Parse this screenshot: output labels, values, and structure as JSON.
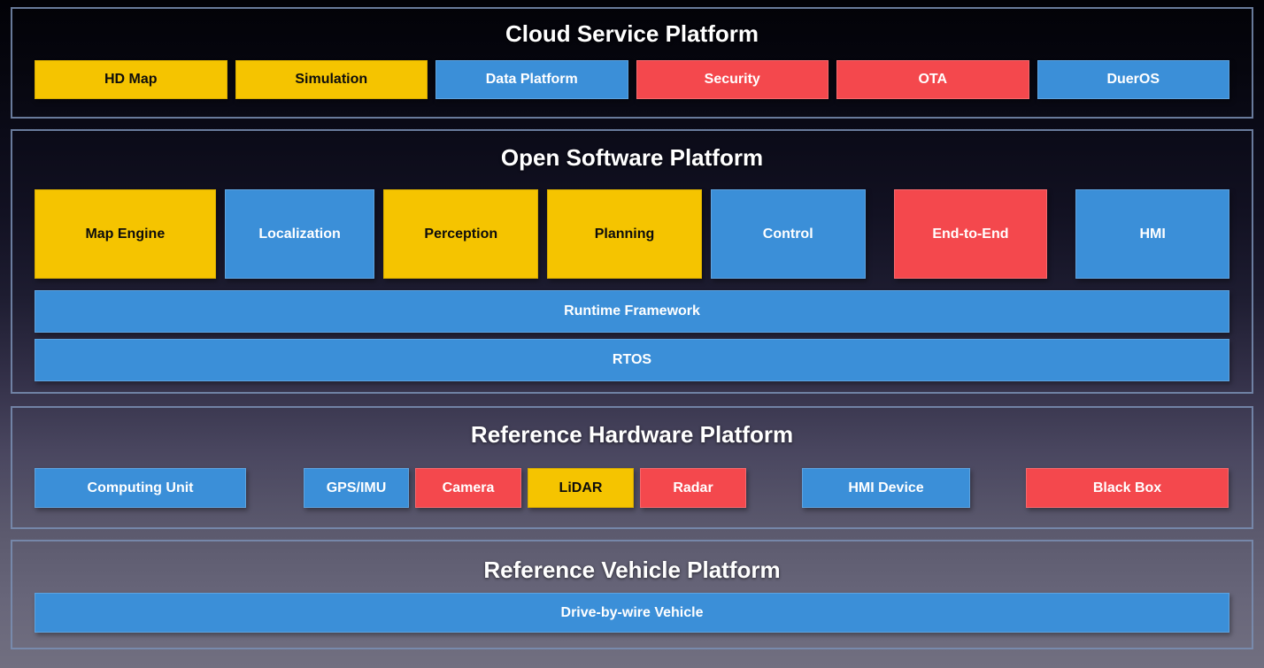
{
  "colors": {
    "yellow": "#F5C400",
    "blue": "#3B8FD8",
    "red": "#F4484D"
  },
  "panels": [
    {
      "title": "Cloud Service Platform",
      "boxes": [
        {
          "label": "HD Map",
          "color": "yellow"
        },
        {
          "label": "Simulation",
          "color": "yellow"
        },
        {
          "label": "Data Platform",
          "color": "blue"
        },
        {
          "label": "Security",
          "color": "red"
        },
        {
          "label": "OTA",
          "color": "red"
        },
        {
          "label": "DuerOS",
          "color": "blue"
        }
      ]
    },
    {
      "title": "Open Software Platform",
      "modules": [
        {
          "label": "Map Engine",
          "color": "yellow"
        },
        {
          "label": "Localization",
          "color": "blue"
        },
        {
          "label": "Perception",
          "color": "yellow"
        },
        {
          "label": "Planning",
          "color": "yellow"
        },
        {
          "label": "Control",
          "color": "blue"
        },
        {
          "label": "End-to-End",
          "color": "red"
        },
        {
          "label": "HMI",
          "color": "blue"
        }
      ],
      "bars": [
        {
          "label": "Runtime Framework",
          "color": "blue"
        },
        {
          "label": "RTOS",
          "color": "blue"
        }
      ]
    },
    {
      "title": "Reference Hardware Platform",
      "boxes": [
        {
          "label": "Computing Unit",
          "color": "blue"
        },
        {
          "label": "GPS/IMU",
          "color": "blue"
        },
        {
          "label": "Camera",
          "color": "red"
        },
        {
          "label": "LiDAR",
          "color": "yellow"
        },
        {
          "label": "Radar",
          "color": "red"
        },
        {
          "label": "HMI Device",
          "color": "blue"
        },
        {
          "label": "Black Box",
          "color": "red"
        }
      ]
    },
    {
      "title": "Reference Vehicle Platform",
      "bar": {
        "label": "Drive-by-wire Vehicle",
        "color": "blue"
      }
    }
  ]
}
